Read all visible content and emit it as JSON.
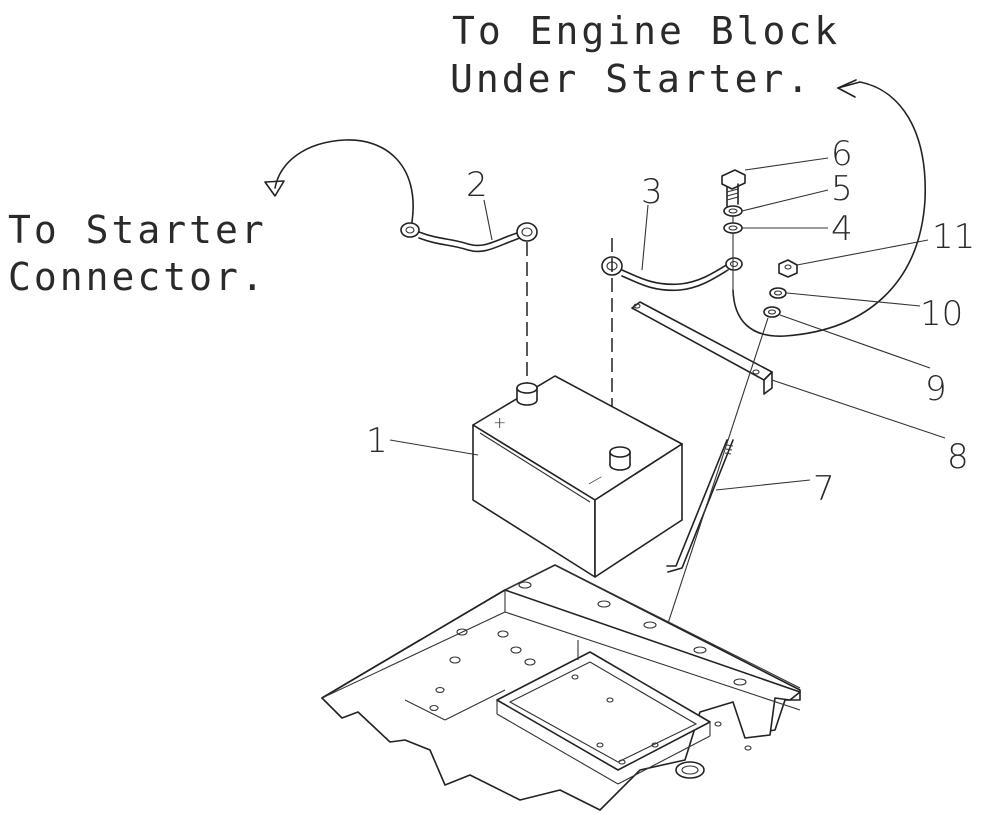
{
  "notes": {
    "engine_block_line1": "To Engine Block",
    "engine_block_line2": "Under Starter.",
    "starter_line1": "To Starter",
    "starter_line2": "Connector."
  },
  "callouts": {
    "c1": "1",
    "c2": "2",
    "c3": "3",
    "c4": "4",
    "c5": "5",
    "c6": "6",
    "c7": "7",
    "c8": "8",
    "c9": "9",
    "c10": "10",
    "c11": "11"
  },
  "battery": {
    "positive_mark": "+",
    "negative_mark": "—"
  }
}
